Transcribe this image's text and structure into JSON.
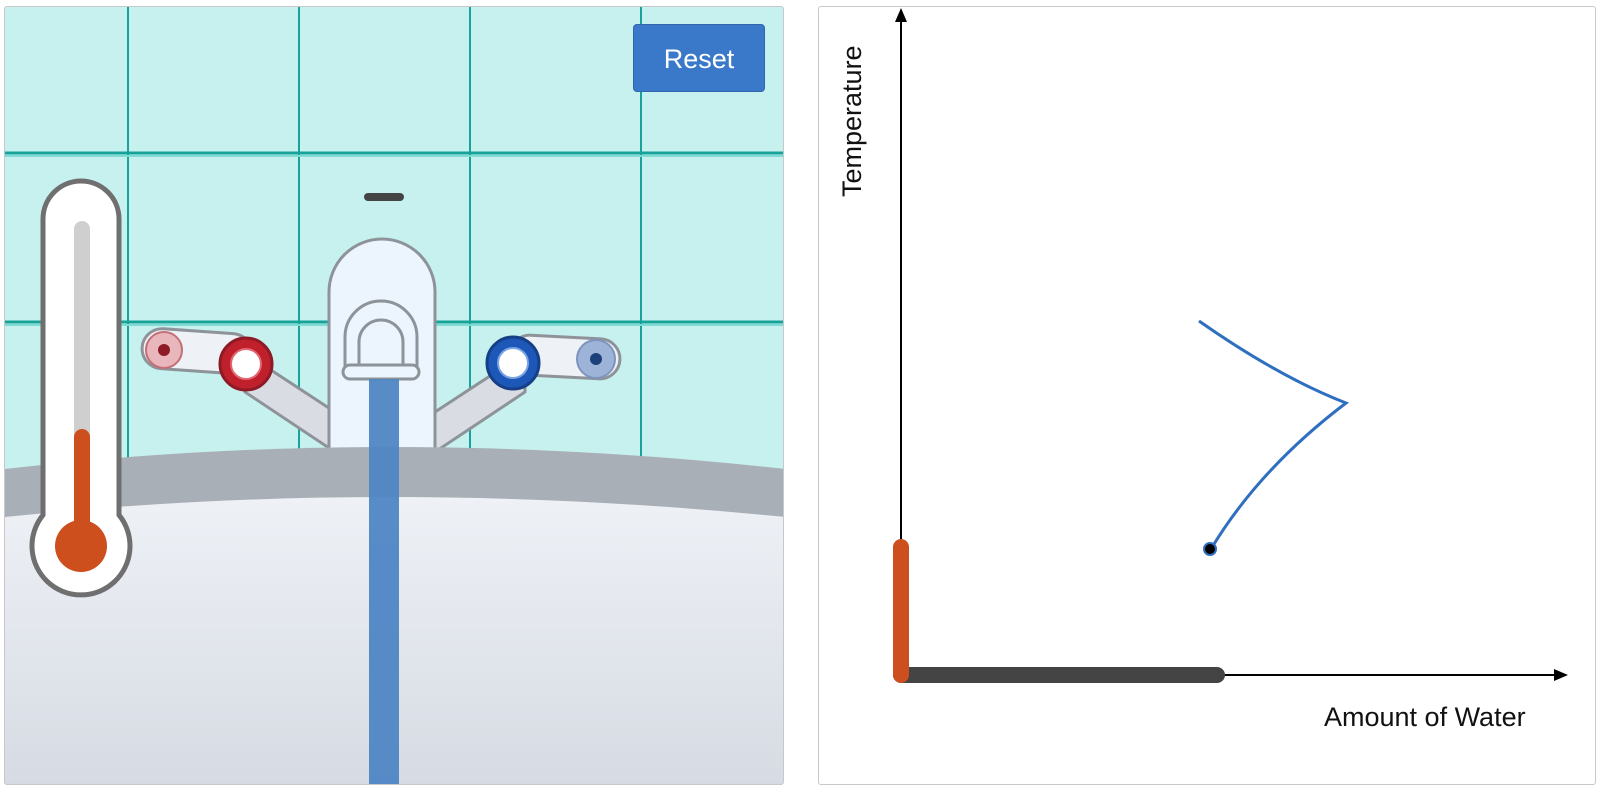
{
  "sink": {
    "reset_label": "Reset",
    "thermometer_level": 0.35,
    "hot_handle": "hot-handle",
    "cold_handle": "cold-handle"
  },
  "graph": {
    "x_axis_label": "Amount of Water",
    "y_axis_label": "Temperature"
  },
  "colors": {
    "tile": "#c7f1ee",
    "grout": "#17a39a",
    "water": "#4f86c4",
    "hot": "#c0202c",
    "cold": "#1d57b8",
    "temperature": "#cc4f1d",
    "amount_bar": "#444444",
    "trace": "#2f6fbf"
  }
}
